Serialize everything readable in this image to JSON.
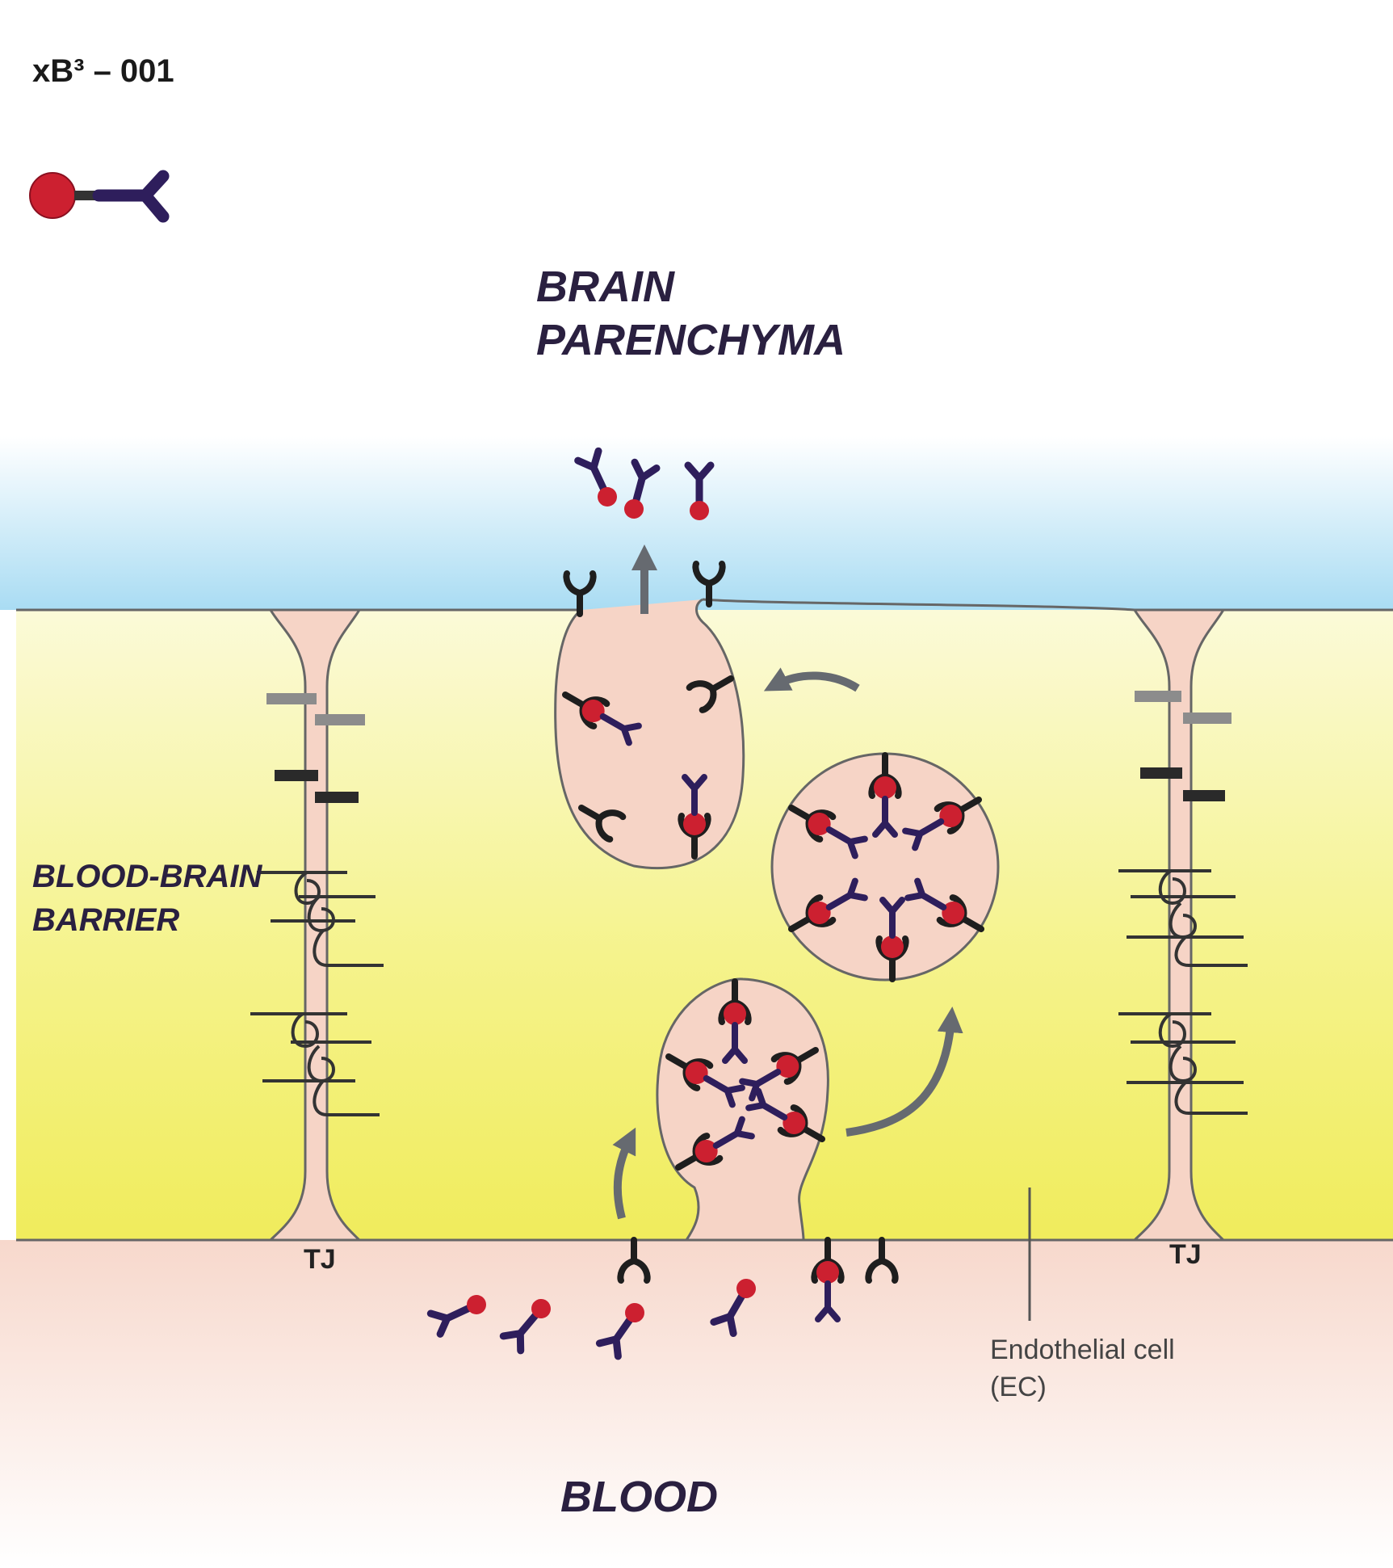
{
  "legend": {
    "title": "xB³ – 001"
  },
  "labels": {
    "brain_line1": "BRAIN",
    "brain_line2": "PARENCHYMA",
    "bbb_line1": "BLOOD-BRAIN",
    "bbb_line2": "BARRIER",
    "blood": "BLOOD",
    "tj_left": "TJ",
    "tj_right": "TJ",
    "ec_line1": "Endothelial cell",
    "ec_line2": "(EC)"
  },
  "colors": {
    "brain_blue": "#a9dcf3",
    "endothelium_yellow": "#f2ef6a",
    "blood_pink": "#f7d8cc",
    "vesicle_fill": "#f6d4c6",
    "outline": "#555555",
    "antibody": "#2e1e5c",
    "receptor": "#1e1e1e",
    "payload_red": "#cc2030",
    "arrow": "#666a70"
  }
}
